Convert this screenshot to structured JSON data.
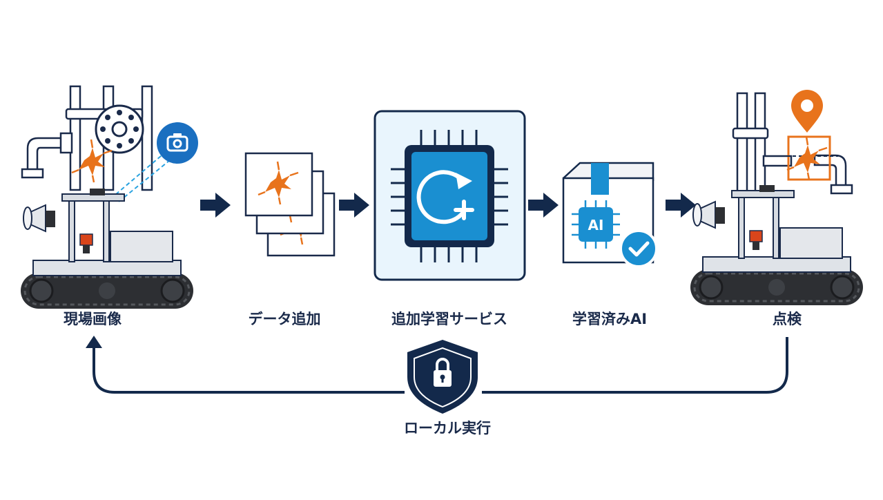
{
  "steps": [
    {
      "label": "現場画像",
      "icon": "robot-camera-icon"
    },
    {
      "label": "データ追加",
      "icon": "image-stack-icon"
    },
    {
      "label": "追加学習サービス",
      "icon": "chip-refresh-icon"
    },
    {
      "label": "学習済みAI",
      "icon": "ai-box-check-icon"
    },
    {
      "label": "点検",
      "icon": "robot-inspection-icon"
    }
  ],
  "chip_text": "AI",
  "loop_label": "ローカル実行",
  "colors": {
    "navy": "#13294b",
    "blue": "#1a8fd1",
    "light_blue": "#e9f5fd",
    "orange": "#e8731c"
  }
}
